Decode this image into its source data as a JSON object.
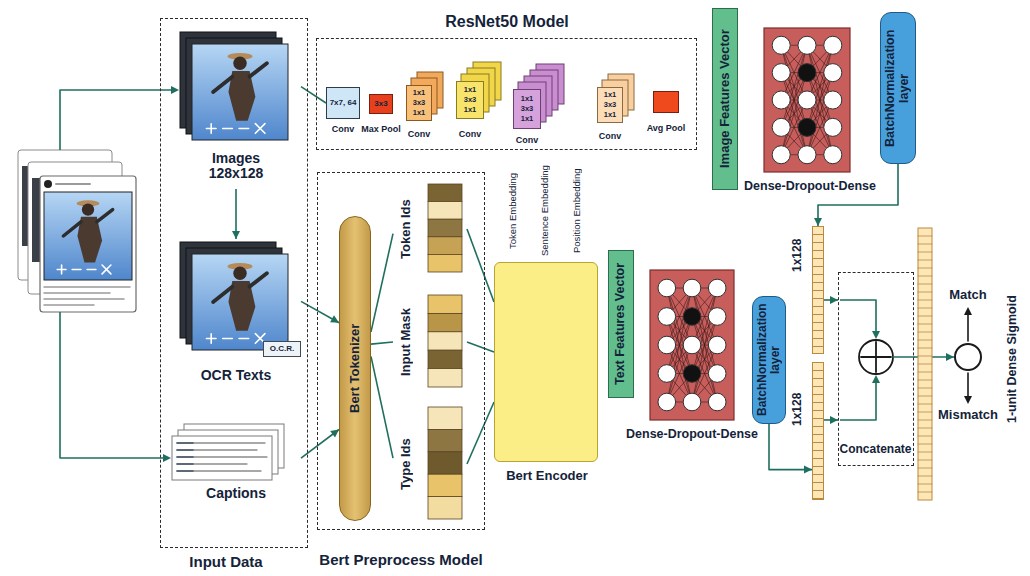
{
  "diagram": {
    "nodes": [
      {
        "text": [
          "Input Data"
        ]
      },
      {
        "text": [
          "Images 128x128"
        ],
        "in": 0
      },
      {
        "text": [
          "OCR Texts"
        ],
        "in": 0
      },
      {
        "text": [
          "O.C.R."
        ],
        "in": 2
      },
      {
        "text": [
          "Captions"
        ],
        "in": 0
      },
      {
        "text": [
          "Bert Preprocess Model"
        ]
      },
      {
        "text": [
          "Bert Tokenizer"
        ],
        "in": 5
      },
      {
        "text": [
          "Token Ids"
        ],
        "in": 5
      },
      {
        "text": [
          "Input Mask"
        ],
        "in": 5
      },
      {
        "text": [
          "Type Ids"
        ],
        "in": 5
      },
      {
        "text": [
          "ResNet50 Model"
        ]
      },
      {
        "text": [
          "7x7, 64",
          "Conv"
        ],
        "in": 10
      },
      {
        "text": [
          "3x3",
          "Max Pool"
        ],
        "in": 10
      },
      {
        "text": [
          "1x1",
          "3x3",
          "1x1",
          "Conv"
        ],
        "in": 10
      },
      {
        "text": [
          "1x1",
          "3x3",
          "1x1",
          "Conv"
        ],
        "in": 10
      },
      {
        "text": [
          "1x1",
          "3x3",
          "1x1",
          "Conv"
        ],
        "in": 10
      },
      {
        "text": [
          "1x1",
          "3x3",
          "1x1",
          "Conv"
        ],
        "in": 10
      },
      {
        "text": [
          "Avg Pool"
        ],
        "in": 10
      },
      {
        "text": [
          "Image Features Vector"
        ]
      },
      {
        "text": [
          "Dense-Dropout-Dense"
        ]
      },
      {
        "text": [
          "BatchNormalization layer"
        ]
      },
      {
        "text": [
          "Token Embedding",
          "Sentence Embedding",
          "Position Embedding",
          "Bert Encoder"
        ]
      },
      {
        "text": [
          "Text Features Vector"
        ]
      },
      {
        "text": [
          "Dense-Dropout-Dense"
        ]
      },
      {
        "text": [
          "BatchNormalization layer"
        ]
      },
      {
        "text": [
          "1x128"
        ]
      },
      {
        "text": [
          "1x128"
        ]
      },
      {
        "text": [
          "Concatenate"
        ]
      },
      {
        "text": [
          "1-unit Dense Sigmoid"
        ]
      }
    ],
    "edges": [
      {
        "from": 1,
        "to": 2,
        "arrow": "to"
      },
      {
        "from": 1,
        "to": 11,
        "arrow": "none"
      },
      {
        "from": 2,
        "to": 6,
        "arrow": "to"
      },
      {
        "from": 4,
        "to": 6,
        "arrow": "to"
      },
      {
        "from": 6,
        "to": 7,
        "arrow": "none"
      },
      {
        "from": 6,
        "to": 8,
        "arrow": "none"
      },
      {
        "from": 6,
        "to": 9,
        "arrow": "none"
      },
      {
        "from": 7,
        "to": 21,
        "arrow": "none"
      },
      {
        "from": 8,
        "to": 21,
        "arrow": "none"
      },
      {
        "from": 9,
        "to": 21,
        "arrow": "none"
      },
      {
        "from": 20,
        "to": 25,
        "arrow": "to"
      },
      {
        "from": 24,
        "to": 26,
        "arrow": "to"
      },
      {
        "from": 25,
        "to": 27,
        "arrow": "to"
      },
      {
        "from": 26,
        "to": 27,
        "arrow": "to"
      },
      {
        "from": 27,
        "to": 28,
        "arrow": "to"
      }
    ],
    "labels": [
      "Match",
      "Mismatch"
    ]
  }
}
